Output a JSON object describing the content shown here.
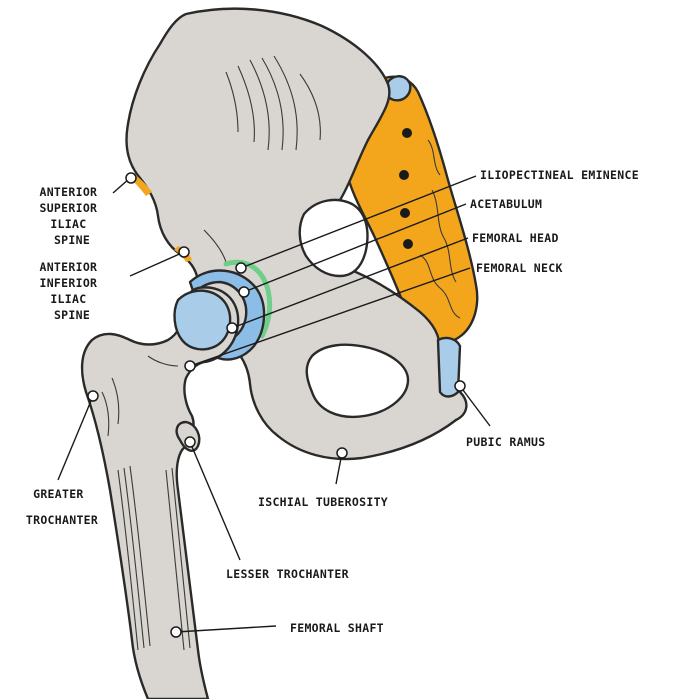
{
  "labels": {
    "asis": [
      "ANTERIOR",
      "SUPERIOR",
      "ILIAC",
      "SPINE"
    ],
    "aiis": [
      "ANTERIOR",
      "INFERIOR",
      "ILIAC",
      "SPINE"
    ],
    "iliopectineal": "ILIOPECTINEAL EMINENCE",
    "acetabulum": "ACETABULUM",
    "femoral_head": "FEMORAL HEAD",
    "femoral_neck": "FEMORAL NECK",
    "pubic_ramus": "PUBIC RAMUS",
    "ischial_tuberosity": "ISCHIAL TUBEROSITY",
    "greater_trochanter": [
      "GREATER",
      "TROCHANTER"
    ],
    "lesser_trochanter": "LESSER TROCHANTER",
    "femoral_shaft": "FEMORAL SHAFT"
  },
  "colors": {
    "bone": "#d9d6d1",
    "sacrum": "#f3a61c",
    "cartilage": "#a9cde8",
    "labrum": "#6dcf8a",
    "outline": "#2a2a2a"
  }
}
